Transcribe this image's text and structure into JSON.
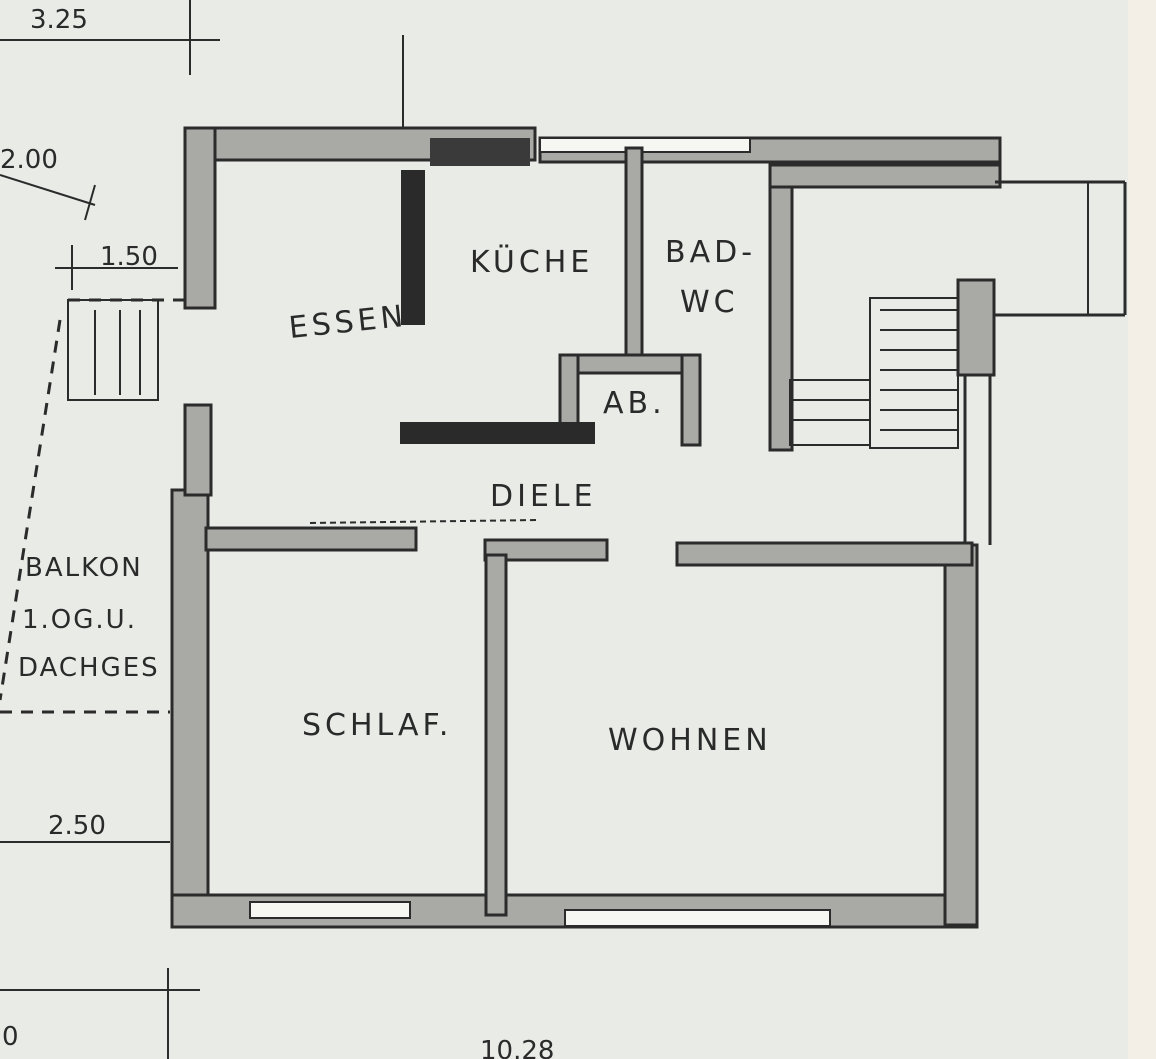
{
  "rooms": {
    "kueche": "KÜCHE",
    "bad": "BAD-",
    "wc": "WC",
    "essen": "ESSEN",
    "abstell": "AB.",
    "diele": "DIELE",
    "schlaf": "SCHLAF.",
    "wohnen": "WOHNEN"
  },
  "balkon": {
    "line1": "BALKON",
    "line2": "1.OG.U.",
    "line3": "DACHGES"
  },
  "dimensions": {
    "top_left": "3.25",
    "upper_left": "2.00",
    "side": "1.50",
    "lower_left": "2.50",
    "bottom": "10.28",
    "bottom_left": "0"
  }
}
